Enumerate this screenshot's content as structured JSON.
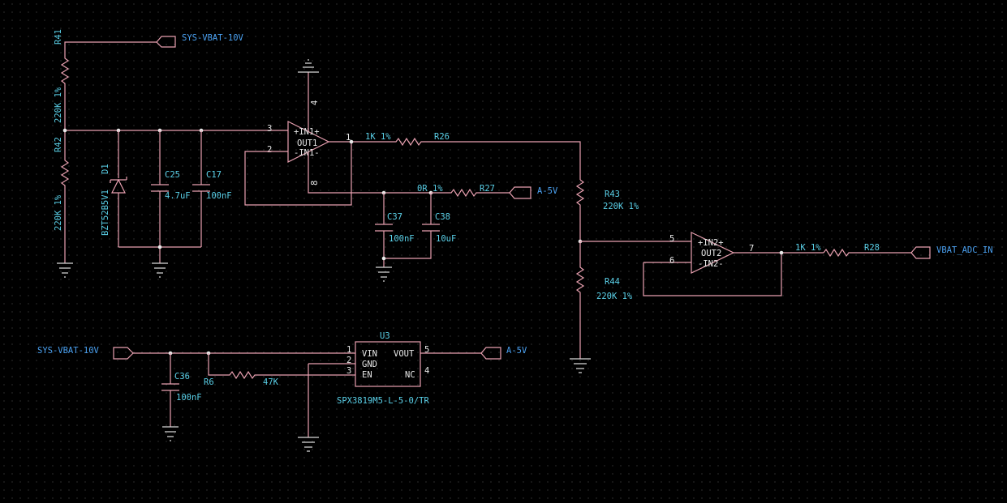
{
  "nets": {
    "sys_vbat_top": "SYS-VBAT-10V",
    "sys_vbat_bottom": "SYS-VBAT-10V",
    "a5v_r27": "A-5V",
    "a5v_u3": "A-5V",
    "vbat_adc": "VBAT_ADC_IN"
  },
  "parts": {
    "r41": {
      "ref": "R41",
      "value": "220K 1%"
    },
    "r42": {
      "ref": "R42",
      "value": "220K 1%"
    },
    "d1": {
      "ref": "D1",
      "value": "BZT52B5V1"
    },
    "c25": {
      "ref": "C25",
      "value": "4.7uF"
    },
    "c17": {
      "ref": "C17",
      "value": "100nF"
    },
    "u1a": {
      "in_plus": "+IN1+",
      "out": "OUT1",
      "in_minus": "-IN1-"
    },
    "r26": {
      "ref": "R26",
      "value": "1K 1%"
    },
    "r27": {
      "ref": "R27",
      "value": "0R 1%"
    },
    "c37": {
      "ref": "C37",
      "value": "100nF"
    },
    "c38": {
      "ref": "C38",
      "value": "10uF"
    },
    "r43": {
      "ref": "R43",
      "value": "220K 1%"
    },
    "r44": {
      "ref": "R44",
      "value": "220K 1%"
    },
    "u1b": {
      "in_plus": "+IN2+",
      "out": "OUT2",
      "in_minus": "-IN2-"
    },
    "r28": {
      "ref": "R28",
      "value": "1K 1%"
    },
    "c36": {
      "ref": "C36",
      "value": "100nF"
    },
    "r6": {
      "ref": "R6",
      "value": "47K"
    },
    "u3": {
      "ref": "U3",
      "value": "SPX3819M5-L-5-0/TR",
      "vin": "VIN",
      "gnd": "GND",
      "en": "EN",
      "vout": "VOUT",
      "nc": "NC"
    }
  },
  "pin_numbers": {
    "u1a_p3": "3",
    "u1a_p2": "2",
    "u1a_p1": "1",
    "u1a_p4": "4",
    "u1a_p8": "8",
    "u1b_p5": "5",
    "u1b_p6": "6",
    "u1b_p7": "7",
    "u3_p1": "1",
    "u3_p2": "2",
    "u3_p3": "3",
    "u3_p5": "5",
    "u3_p4": "4"
  }
}
